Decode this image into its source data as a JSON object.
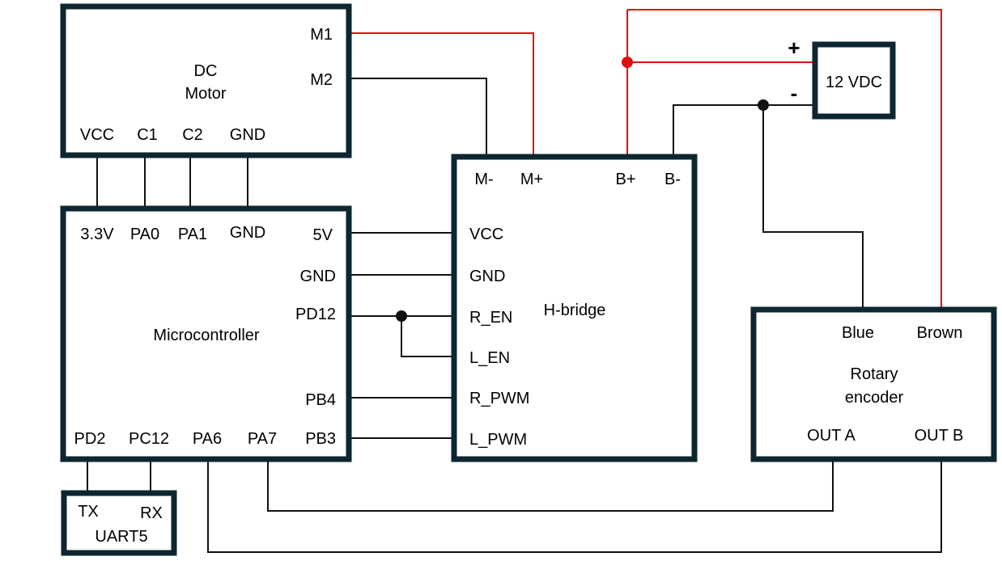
{
  "colors": {
    "box_border": "#0d2630",
    "wire": "#111111",
    "power_wire": "#e01010",
    "background": "#ffffff"
  },
  "motor": {
    "title_line1": "DC",
    "title_line2": "Motor",
    "m1": "M1",
    "m2": "M2",
    "vcc": "VCC",
    "c1": "C1",
    "c2": "C2",
    "gnd": "GND"
  },
  "mcu": {
    "title": "Microcontroller",
    "v33": "3.3V",
    "pa0": "PA0",
    "pa1": "PA1",
    "gnd_top": "GND",
    "v5": "5V",
    "gnd_right": "GND",
    "pd12": "PD12",
    "pb4": "PB4",
    "pb3": "PB3",
    "pd2": "PD2",
    "pc12": "PC12",
    "pa6": "PA6",
    "pa7": "PA7"
  },
  "uart": {
    "title": "UART5",
    "tx": "TX",
    "rx": "RX"
  },
  "hbridge": {
    "title": "H-bridge",
    "m_minus": "M-",
    "m_plus": "M+",
    "b_plus": "B+",
    "b_minus": "B-",
    "vcc": "VCC",
    "gnd": "GND",
    "r_en": "R_EN",
    "l_en": "L_EN",
    "r_pwm": "R_PWM",
    "l_pwm": "L_PWM"
  },
  "supply": {
    "title": "12 VDC",
    "plus": "+",
    "minus": "-"
  },
  "encoder": {
    "title_line1": "Rotary",
    "title_line2": "encoder",
    "blue": "Blue",
    "brown": "Brown",
    "out_a": "OUT A",
    "out_b": "OUT B"
  }
}
